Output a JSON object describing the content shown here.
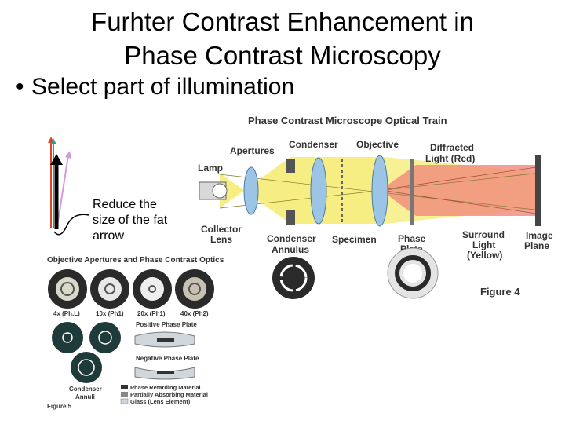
{
  "slide": {
    "title_line1": "Furhter Contrast Enhancement in",
    "title_line2": "Phase Contrast Microscopy",
    "bullet": "Select part of illumination",
    "note_line1": "Reduce the",
    "note_line2": "size of the fat",
    "note_line3": "arrow"
  },
  "train_figure": {
    "title": "Phase Contrast Microscope Optical Train",
    "apertures": "Apertures",
    "condenser": "Condenser",
    "objective": "Objective",
    "diffracted_1": "Diffracted",
    "diffracted_2": "Light (Red)",
    "lamp": "Lamp",
    "collector_1": "Collector",
    "collector_2": "Lens",
    "condenser_annulus_1": "Condenser",
    "condenser_annulus_2": "Annulus",
    "specimen": "Specimen",
    "phase_plate_1": "Phase",
    "phase_plate_2": "Plate",
    "surround_1": "Surround",
    "surround_2": "Light",
    "surround_3": "(Yellow)",
    "image_plane_1": "Image",
    "image_plane_2": "Plane",
    "figure_label": "Figure 4"
  },
  "optics_figure": {
    "title": "Objective Apertures and Phase Contrast Optics",
    "obj_4x": "4x (Ph.L)",
    "obj_10x": "10x (Ph1)",
    "obj_20x": "20x (Ph1)",
    "obj_40x": "40x (Ph2)",
    "positive_plate": "Positive Phase Plate",
    "negative_plate": "Negative Phase Plate",
    "condenser_annuli_1": "Condenser",
    "condenser_annuli_2": "Annuli",
    "legend_retarding": "Phase Retarding Material",
    "legend_absorbing": "Partially Absorbing Material",
    "legend_glass": "Glass (Lens Element)",
    "figure_label": "Figure 5"
  },
  "colors": {
    "yellow_light": "#f4e85a",
    "red_light": "#f08a7c",
    "lens_blue": "#9cc4e4",
    "disc_dark": "#2a2a2a",
    "arrow_red": "#e0452a",
    "arrow_teal": "#2a9a9a",
    "arrow_pink": "#d49ad8"
  }
}
